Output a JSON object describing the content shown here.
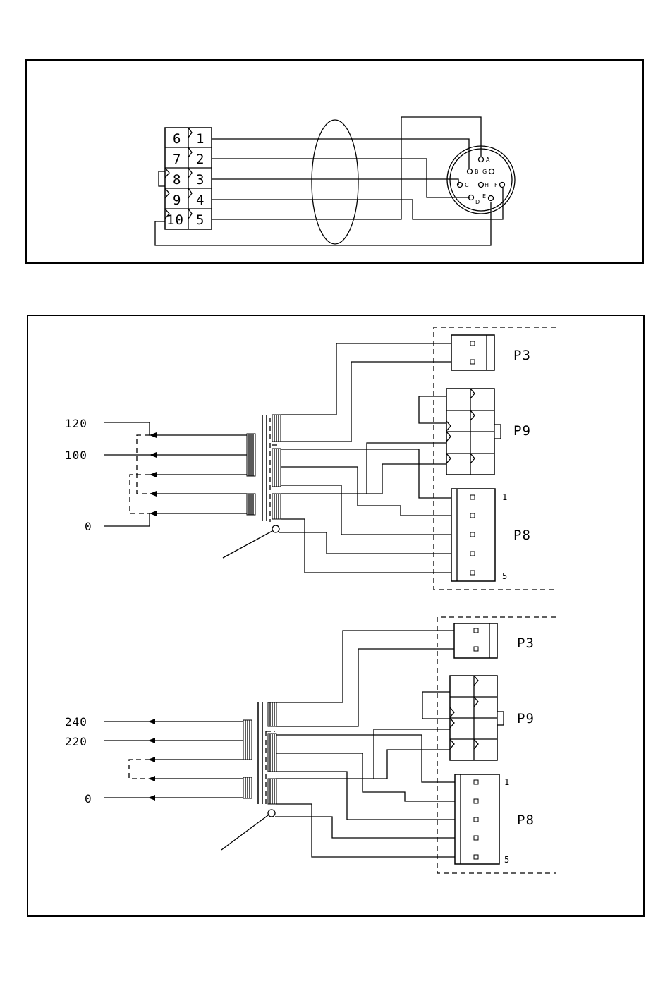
{
  "cable_diagram": {
    "block_pins_left": [
      "6",
      "7",
      "8",
      "9",
      "10"
    ],
    "block_pins_right": [
      "1",
      "2",
      "3",
      "4",
      "5"
    ],
    "circular_connector_pins": [
      "A",
      "B",
      "G",
      "C",
      "H",
      "F",
      "D",
      "E"
    ]
  },
  "transformer_120v": {
    "taps": [
      "120",
      "100",
      "0"
    ],
    "connectors": [
      "P3",
      "P9",
      "P8"
    ],
    "p8_pin_first": "1",
    "p8_pin_last": "5"
  },
  "transformer_240v": {
    "taps": [
      "240",
      "220",
      "0"
    ],
    "connectors": [
      "P3",
      "P9",
      "P8"
    ],
    "p8_pin_first": "1",
    "p8_pin_last": "5"
  }
}
